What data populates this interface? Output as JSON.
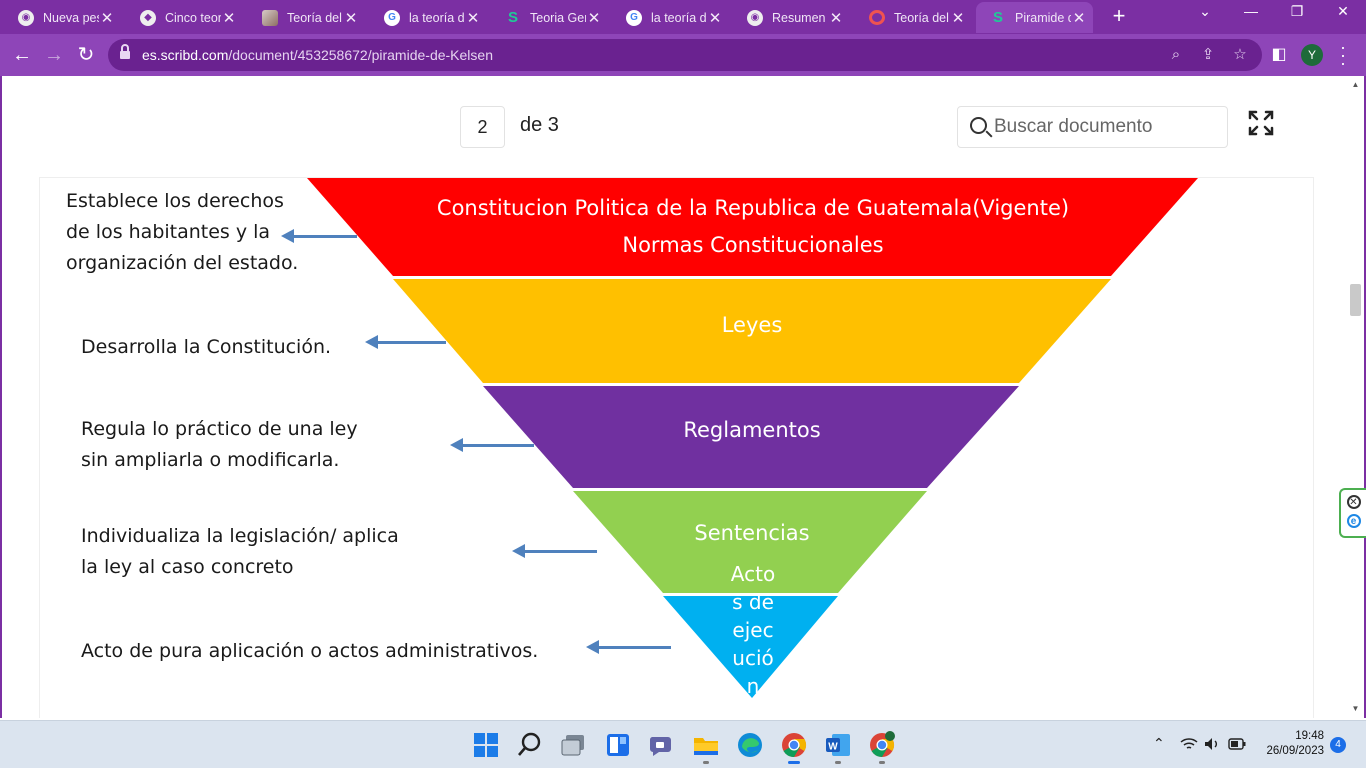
{
  "browser": {
    "tabs": [
      {
        "title": "Nueva pestaña",
        "icon": "chrome-icon"
      },
      {
        "title": "Cinco teorías",
        "icon": "site-icon"
      },
      {
        "title": "Teoría del Estado",
        "icon": "image-favicon-icon"
      },
      {
        "title": "la teoría del",
        "icon": "google-icon"
      },
      {
        "title": "Teoria General",
        "icon": "scribd-icon"
      },
      {
        "title": "la teoría del",
        "icon": "google-icon"
      },
      {
        "title": "Resumen g",
        "icon": "site-icon"
      },
      {
        "title": "Teoría del",
        "icon": "ring-favicon-icon"
      },
      {
        "title": "Piramide de Kelsen",
        "icon": "scribd-icon",
        "active": true
      }
    ],
    "url_host": "es.scribd.com",
    "url_path": "/document/453258672/piramide-de-Kelsen",
    "profile_initial": "Y"
  },
  "viewer": {
    "page_number": "2",
    "page_of": "de 3",
    "search_placeholder": "Buscar documento"
  },
  "pyramid": {
    "levels": [
      {
        "lines": [
          "Constitucion Politica de la Republica de Guatemala(Vigente)",
          "Normas Constitucionales"
        ],
        "color": "#ff0000"
      },
      {
        "lines": [
          "Leyes"
        ],
        "color": "#ffc000"
      },
      {
        "lines": [
          "Reglamentos"
        ],
        "color": "#7030a0"
      },
      {
        "lines": [
          "Sentencias"
        ],
        "color": "#92d050"
      },
      {
        "lines": [
          "Acto",
          "s de",
          "ejec",
          "ució",
          "n"
        ],
        "color": "#00b0f0"
      }
    ],
    "descriptions": [
      [
        "Establece los derechos",
        "de los habitantes y la",
        "organización del estado."
      ],
      [
        "Desarrolla la Constitución."
      ],
      [
        "Regula lo práctico de una ley",
        "sin ampliarla o modificarla."
      ],
      [
        "Individualiza la legislación/ aplica",
        "la ley al caso concreto"
      ],
      [
        "Acto de pura aplicación o actos administrativos."
      ]
    ],
    "arrow_color": "#4f81bd"
  },
  "taskbar": {
    "apps": [
      "start-icon",
      "search-icon",
      "task-view-icon",
      "widgets-icon",
      "chat-icon",
      "file-explorer-icon",
      "edge-icon",
      "chrome-icon",
      "word-icon",
      "chrome-profile-icon"
    ],
    "time": "19:48",
    "date": "26/09/2023",
    "notifications": "4"
  }
}
